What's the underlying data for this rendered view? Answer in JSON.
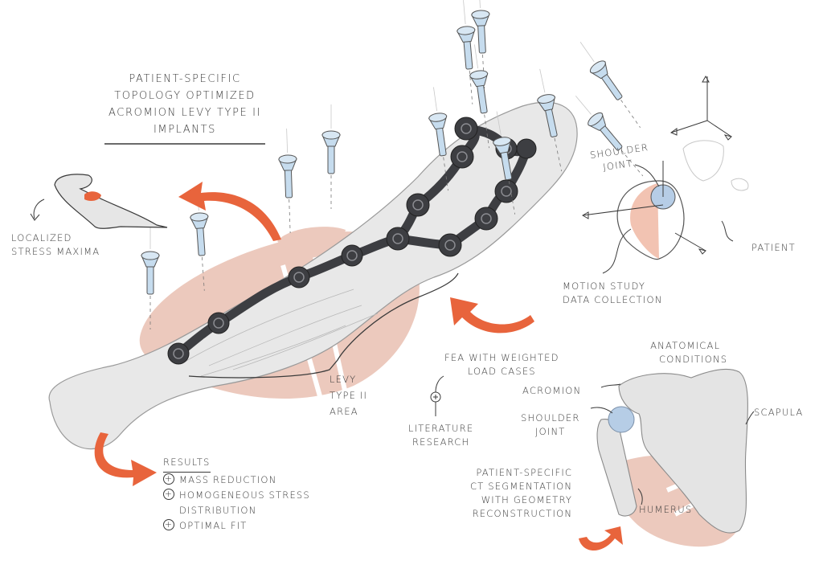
{
  "title": {
    "lines": [
      "Patient-Specific",
      "Topology Optimized",
      "Acromion Levy Type II",
      "Implants"
    ]
  },
  "labels": {
    "stress": [
      "Localized",
      "Stress Maxima"
    ],
    "shoulder_joint_top": [
      "Shoulder",
      "Joint"
    ],
    "patient": "Patient",
    "motion": [
      "Motion Study",
      "Data Collection"
    ],
    "levy": [
      "Levy",
      "Type II",
      "Area"
    ],
    "fea": [
      "FEA with Weighted",
      "Load Cases"
    ],
    "literature": [
      "Literature",
      "Research"
    ],
    "anatomical": [
      "Anatomical",
      "Conditions"
    ],
    "acromion": "Acromion",
    "shoulder_joint_bottom": [
      "Shoulder",
      "Joint"
    ],
    "scapula": "Scapula",
    "humerus": "Humerus",
    "ct": [
      "Patient-Specific",
      "CT Segmentation",
      "with Geometry",
      "Reconstruction"
    ]
  },
  "results": {
    "heading": "Results",
    "items": [
      "Mass Reduction",
      "Homogeneous Stress Distribution",
      "Optimal Fit"
    ],
    "item_lines": [
      [
        "Mass Reduction"
      ],
      [
        "Homogeneous Stress",
        "Distribution"
      ],
      [
        "Optimal Fit"
      ]
    ],
    "plus_symbol": "+"
  },
  "colors": {
    "arrow": "#e8643c",
    "muscle": "#ecc9bd",
    "bone": "#e6e6e6",
    "implant": "#3d3e42",
    "screw": "#c6dcee",
    "ink": "#3a3a3a"
  }
}
